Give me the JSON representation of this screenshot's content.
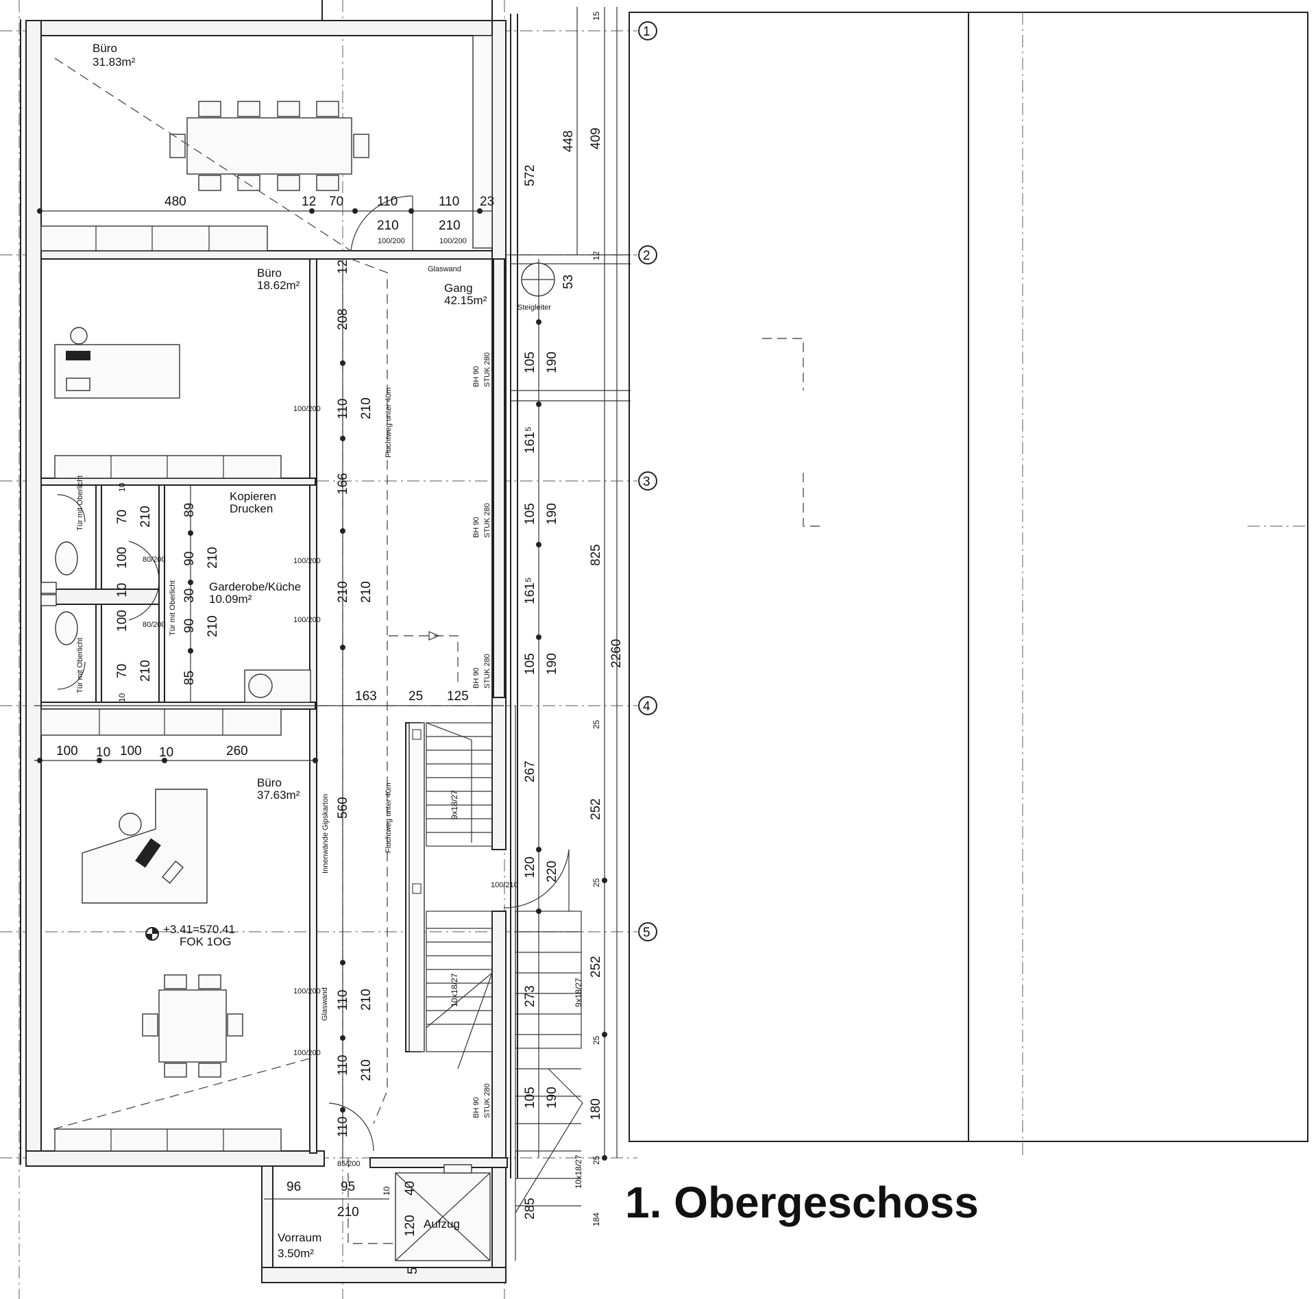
{
  "title": "1. Obergeschoss",
  "rooms": [
    {
      "name": "Büro",
      "area": "31.83m²"
    },
    {
      "name": "Büro",
      "area": "18.62m²"
    },
    {
      "name": "Gang",
      "area": "42.15m²"
    },
    {
      "name": "Garderobe/Küche",
      "area": "10.09m²"
    },
    {
      "name": "Büro",
      "area": "37.63m²"
    },
    {
      "name": "Vorraum",
      "area": "3.50m²"
    }
  ],
  "labels": {
    "kopieren": "Kopieren",
    "drucken": "Drucken",
    "glaswand": "Glaswand",
    "steigleiter": "Steigleiter",
    "aufzug": "Aufzug",
    "fluchtweg": "Fluchtweg unter 40m",
    "innenwaende": "Innenwände Gipskarton",
    "tuer_oberlicht": "Tür mit Oberlicht",
    "bh": "BH 90",
    "stuk": "STUK 280",
    "level": "+3.41=570.41",
    "fok": "FOK 1OG"
  },
  "axes": [
    "1",
    "2",
    "3",
    "4",
    "5"
  ],
  "stairs": {
    "run1": "9x18/27",
    "run2": "10x18/27",
    "run3": "9x18/27",
    "run4": "10x18/27"
  },
  "door_fractions": {
    "d100_200": "100/200",
    "d80_200": "80/200",
    "d100_210": "100/210",
    "d85_200": "85/200"
  },
  "dims": {
    "top_row": [
      "480",
      "12",
      "70",
      "110",
      "110",
      "23"
    ],
    "door_h": [
      "210",
      "210"
    ],
    "right_outer": [
      "15",
      "448",
      "409",
      "572",
      "12",
      "53",
      "825",
      "2260",
      "252",
      "25",
      "252",
      "25",
      "180",
      "25",
      "285",
      "184"
    ],
    "window_col": [
      "105",
      "190",
      "161⁵",
      "105",
      "190",
      "161⁵",
      "105",
      "190",
      "267",
      "120",
      "220",
      "273",
      "9x18/27",
      "105",
      "190"
    ],
    "corridor_col": [
      "12",
      "208",
      "110",
      "210",
      "166",
      "210",
      "210",
      "560",
      "110",
      "210",
      "110",
      "210",
      "110"
    ],
    "corridor_row": [
      "163",
      "25",
      "125"
    ],
    "wc": [
      "10",
      "70",
      "210",
      "89",
      "100",
      "90",
      "210",
      "10",
      "30",
      "100",
      "90",
      "210",
      "70",
      "210",
      "85",
      "10"
    ],
    "lower_row": [
      "100",
      "10",
      "100",
      "10",
      "260"
    ],
    "vorraum_row": [
      "96",
      "95",
      "10",
      "40",
      "210",
      "120",
      "5"
    ]
  }
}
